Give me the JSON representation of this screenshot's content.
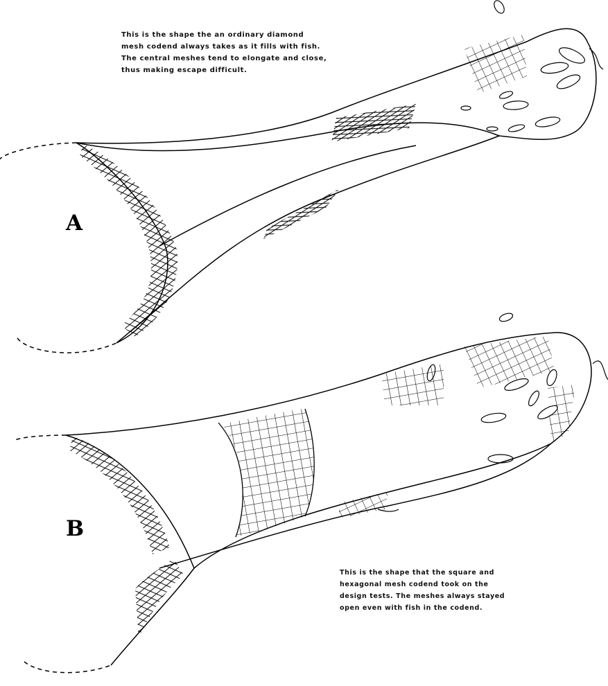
{
  "diagram": {
    "label_a": "A",
    "label_b": "B",
    "caption_a_lines": [
      "This is the shape the an ordinary diamond",
      "mesh codend always takes as it fills with fish.",
      "The central meshes tend to elongate and close,",
      "thus making escape difficult."
    ],
    "caption_b_lines": [
      "This is the shape that the square and",
      "hexagonal mesh codend took on the",
      "design tests. The meshes always stayed",
      "open even with fish in the codend."
    ],
    "line_color": "#000000",
    "background_color": "#ffffff"
  }
}
